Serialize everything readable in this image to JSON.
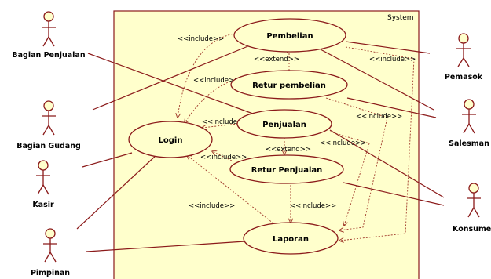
{
  "system": {
    "label": "System"
  },
  "actors": {
    "bagian_penjualan": "Bagian Penjualan",
    "bagian_gudang": "Bagian Gudang",
    "kasir": "Kasir",
    "pimpinan": "Pimpinan",
    "pemasok": "Pemasok",
    "salesman": "Salesman",
    "konsumen": "Konsumen"
  },
  "use_cases": {
    "pembelian": "Pembelian",
    "retur_pembelian": "Retur pembelian",
    "login": "Login",
    "penjualan": "Penjualan",
    "retur_penjualan": "Retur Penjualan",
    "laporan": "Laporan"
  },
  "relations": {
    "include": "<<include>>",
    "extend": "<<extend>>"
  },
  "colors": {
    "system_fill": "#ffffcc",
    "use_case_fill": "#ffffcc",
    "line": "#8b1a1a"
  }
}
